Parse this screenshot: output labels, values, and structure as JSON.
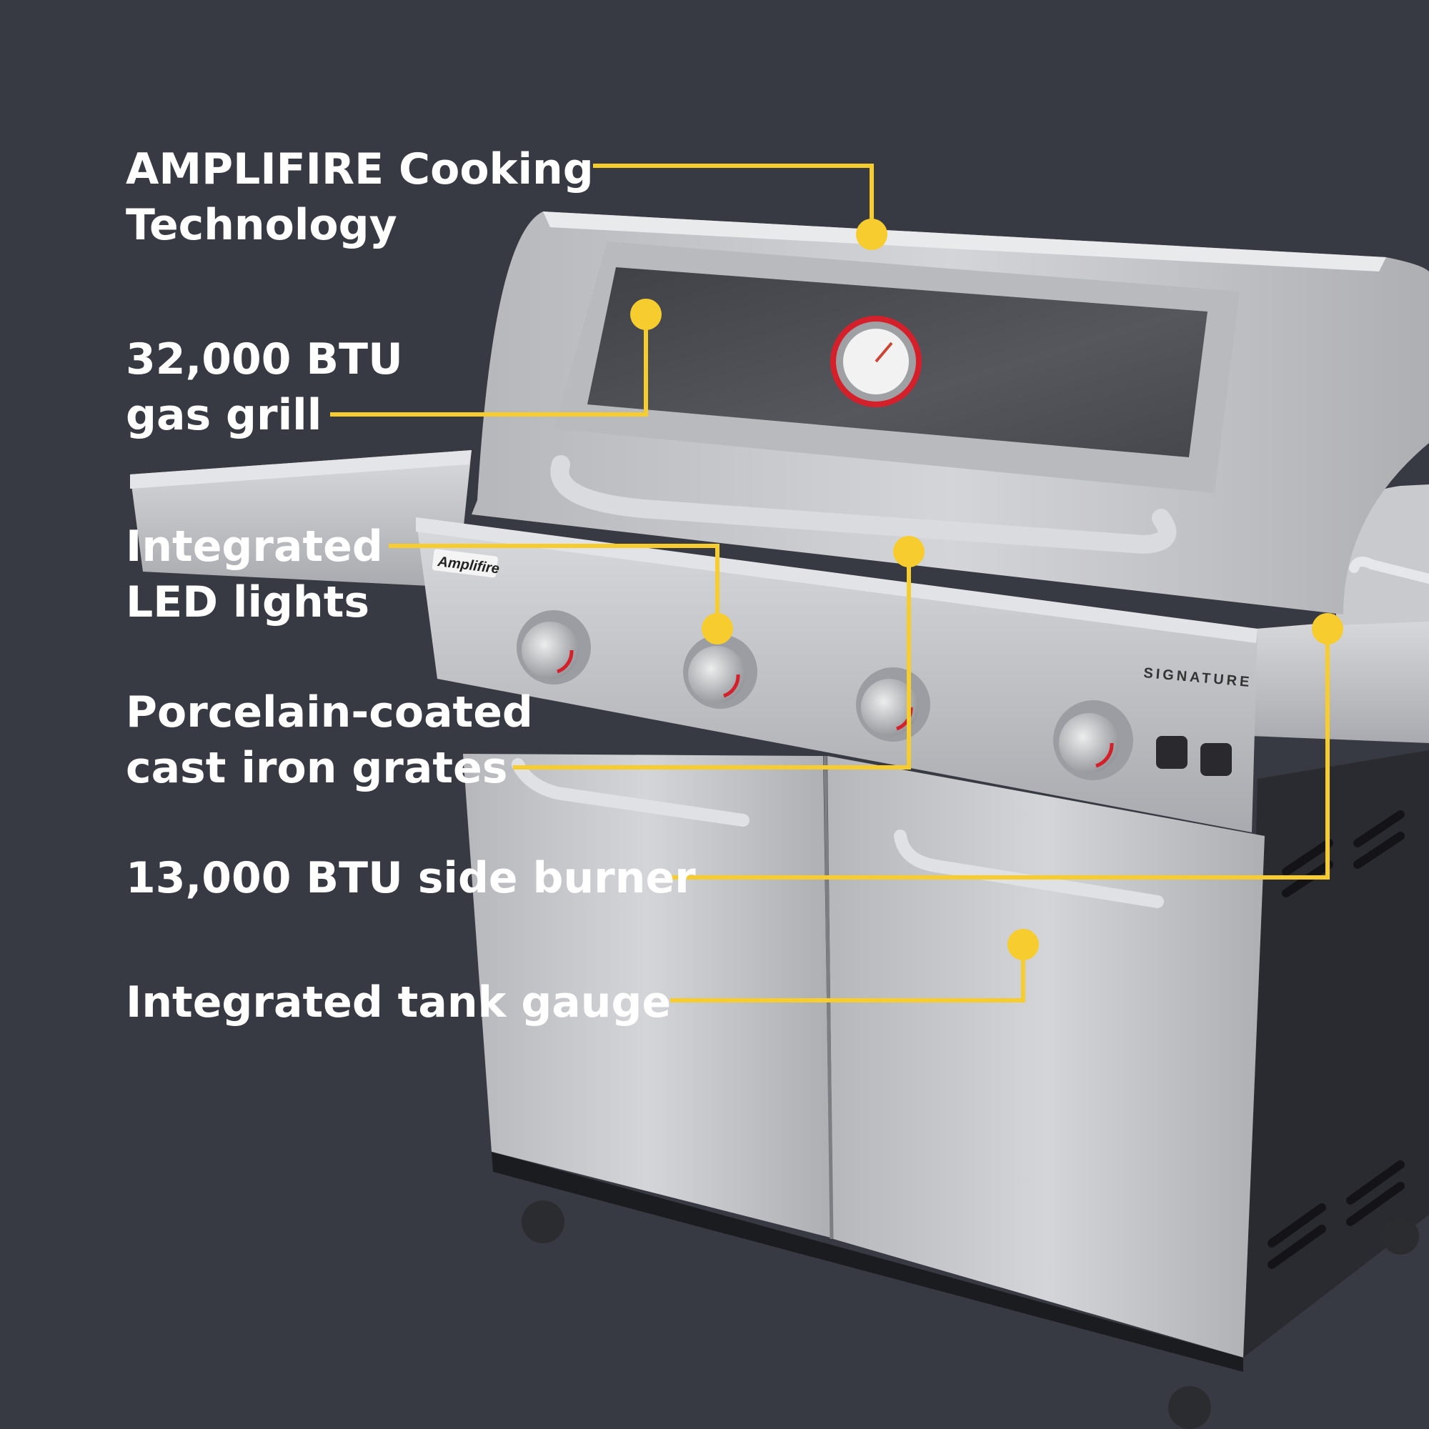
{
  "colors": {
    "background": "#383a43",
    "callout": "#f7cc2f",
    "text": "#ffffff",
    "steel": "#c3c4c8",
    "steel_dark": "#8f9198",
    "window": "#4b4d53",
    "gauge_ring": "#d4202a"
  },
  "grill": {
    "logo_text": "Amplifire",
    "brand_text": "SIGNATURE"
  },
  "callouts": [
    {
      "id": "amplifire",
      "lines": [
        "AMPLIFIRE Cooking",
        "Technology"
      ]
    },
    {
      "id": "btu-grill",
      "lines": [
        "32,000 BTU",
        "gas grill"
      ]
    },
    {
      "id": "led",
      "lines": [
        "Integrated",
        "LED lights"
      ]
    },
    {
      "id": "grates",
      "lines": [
        "Porcelain-coated",
        "cast iron grates"
      ]
    },
    {
      "id": "side-burner",
      "lines": [
        "13,000 BTU side burner"
      ]
    },
    {
      "id": "tank-gauge",
      "lines": [
        "Integrated tank gauge"
      ]
    }
  ]
}
